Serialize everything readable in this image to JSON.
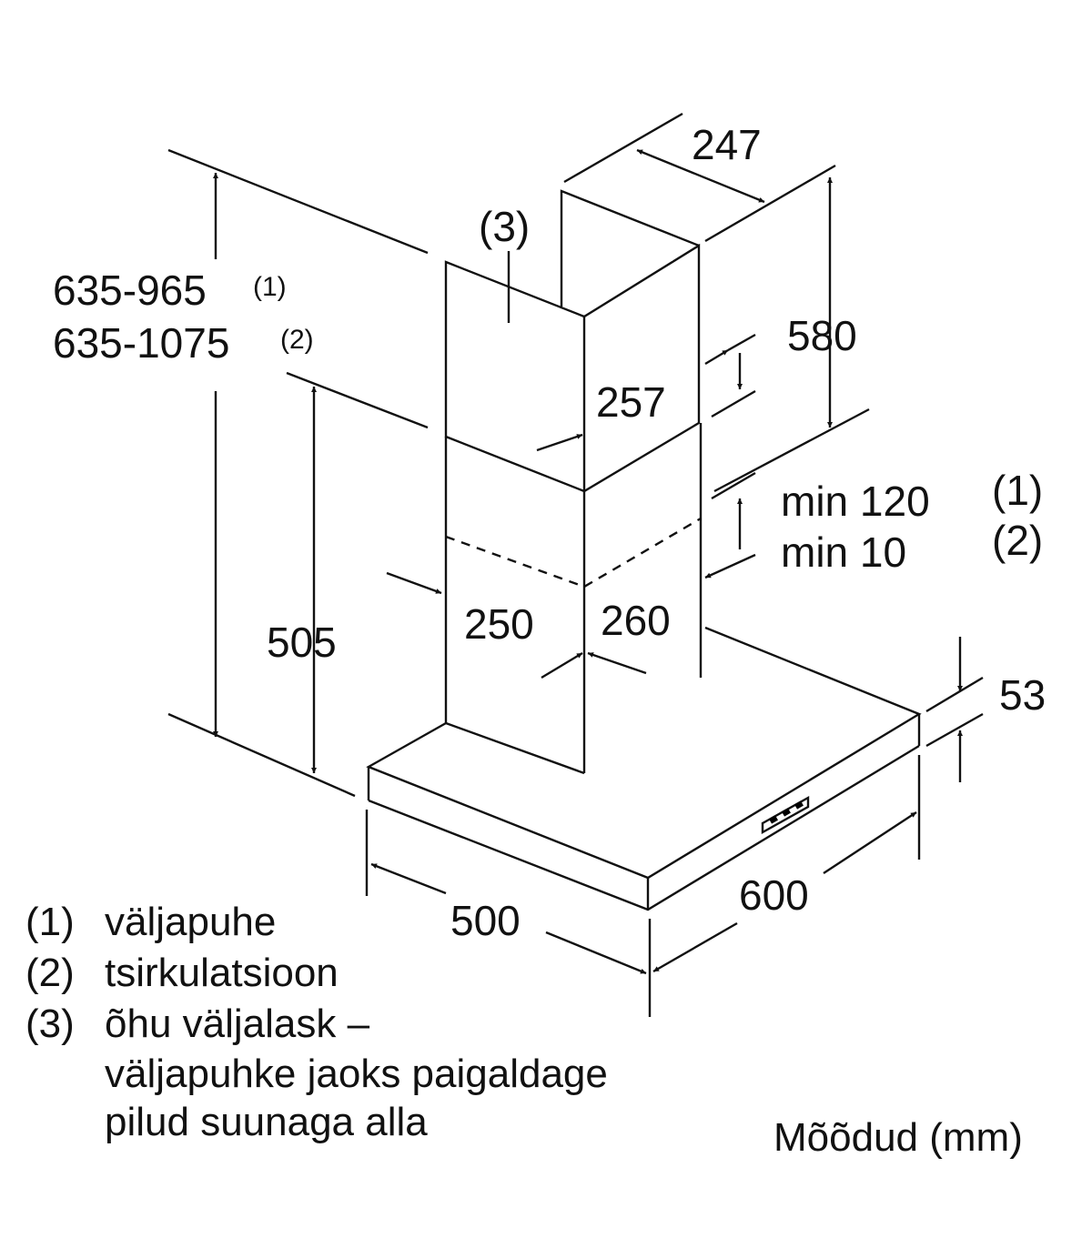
{
  "dimensions": {
    "chimney_depth": "247",
    "upper_chimney_height": "580",
    "upper_chimney_width": "257",
    "overall_height_1": "635-965",
    "overall_height_1_note": "(1)",
    "overall_height_2": "635-1075",
    "overall_height_2_note": "(2)",
    "hood_height": "505",
    "min_gap_1": "min 120",
    "min_gap_1_note": "(1)",
    "min_gap_2": "min 10",
    "min_gap_2_note": "(2)",
    "lower_chimney_width": "250",
    "lower_chimney_depth": "260",
    "canopy_thickness": "53",
    "canopy_depth": "500",
    "canopy_width": "600",
    "outlet_callout": "(3)"
  },
  "legend": [
    {
      "key": "(1)",
      "text": "väljapuhe"
    },
    {
      "key": "(2)",
      "text": "tsirkulatsioon"
    },
    {
      "key": "(3)",
      "text": "õhu väljalask –"
    },
    {
      "key": "",
      "text": "väljapuhke jaoks paigaldage"
    },
    {
      "key": "",
      "text": "pilud suunaga alla"
    }
  ],
  "units_label": "Mõõdud (mm)"
}
